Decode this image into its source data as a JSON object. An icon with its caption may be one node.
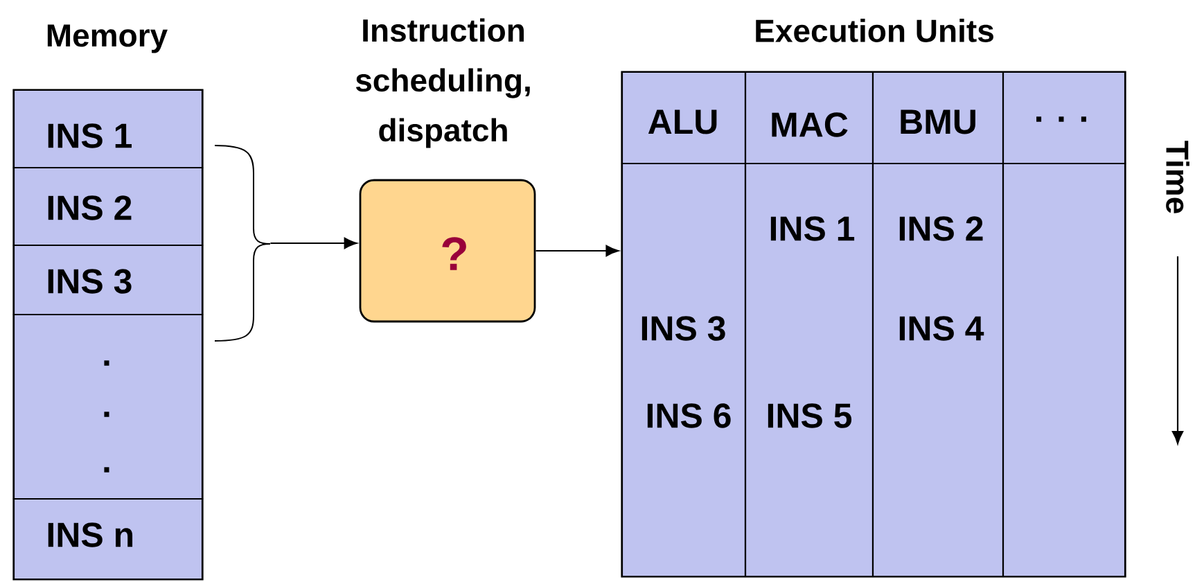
{
  "diagram": {
    "nodes": [
      {
        "text": [
          "Memory"
        ]
      },
      {
        "text": [
          "INS 1"
        ],
        "in": 0
      },
      {
        "text": [
          "INS 2"
        ],
        "in": 0
      },
      {
        "text": [
          "INS 3"
        ],
        "in": 0
      },
      {
        "text": [
          ".",
          ".",
          "."
        ],
        "in": 0
      },
      {
        "text": [
          "INS n"
        ],
        "in": 0
      },
      {
        "text": [],
        "shape": "brace"
      },
      {
        "text": [
          "Instruction scheduling, dispatch",
          "?"
        ]
      },
      {
        "text": [
          "Execution Units"
        ]
      },
      {
        "text": [
          "ALU"
        ],
        "in": 8
      },
      {
        "text": [
          "MAC"
        ],
        "in": 8
      },
      {
        "text": [
          "BMU"
        ],
        "in": 8
      },
      {
        "text": [
          ". . ."
        ],
        "in": 8
      },
      {
        "text": [
          "INS 3",
          "INS 6"
        ],
        "in": 8
      },
      {
        "text": [
          "INS 1",
          "INS 5"
        ],
        "in": 8
      },
      {
        "text": [
          "INS 2",
          "INS 4"
        ],
        "in": 8
      },
      {
        "text": [],
        "shape": "box",
        "in": 8
      }
    ],
    "edges": [
      {
        "from": 6,
        "to": 7,
        "arrow": "to"
      },
      {
        "from": 7,
        "to": 8,
        "arrow": "to"
      }
    ],
    "labels": [
      "Time"
    ]
  }
}
